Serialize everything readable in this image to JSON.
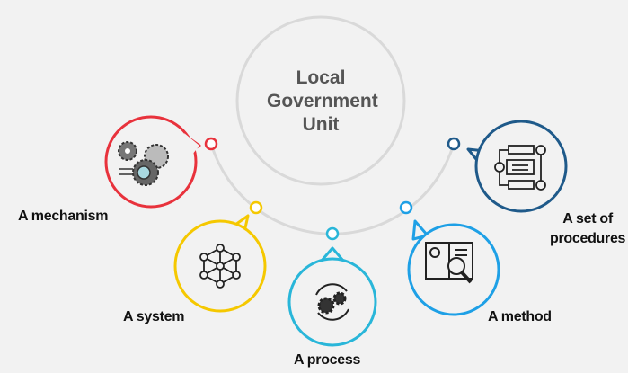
{
  "title": {
    "line1": "Local",
    "line2": "Government",
    "line3": "Unit"
  },
  "nodes": [
    {
      "label": "A mechanism",
      "color": "#e8323c",
      "icon": "gears-eye-icon"
    },
    {
      "label": "A system",
      "color": "#f5c800",
      "icon": "network-icon"
    },
    {
      "label": "A process",
      "color": "#29b6d9",
      "icon": "cycle-gears-icon"
    },
    {
      "label": "A method",
      "color": "#1ea0e6",
      "icon": "book-magnifier-icon"
    },
    {
      "label": "A set of",
      "label2": "procedures",
      "color": "#1f5a8a",
      "icon": "flowchart-icon"
    }
  ]
}
